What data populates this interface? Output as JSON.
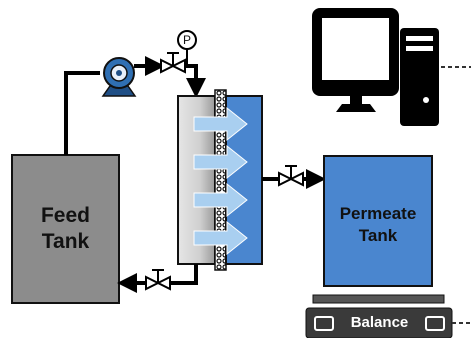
{
  "feed_tank": {
    "line1": "Feed",
    "line2": "Tank"
  },
  "permeate_tank": {
    "line1": "Permeate",
    "line2": "Tank"
  },
  "balance": {
    "label": "Balance"
  },
  "pressure_gauge": {
    "symbol": "P"
  },
  "valves": {
    "symbol": "T"
  },
  "colors": {
    "feed_tank": "#8c8c8c",
    "permeate_tank": "#4a86cf",
    "permeate_channel": "#4a86cf",
    "pump": "#2f6fb3",
    "balance_plate": "#555555",
    "balance_base": "#3a3a3a"
  },
  "icons": {
    "computer": "desktop-computer-icon",
    "pump": "centrifugal-pump-icon",
    "gauge": "pressure-gauge-icon",
    "valve": "needle-valve-icon",
    "flow": "flow-arrow-icon"
  }
}
